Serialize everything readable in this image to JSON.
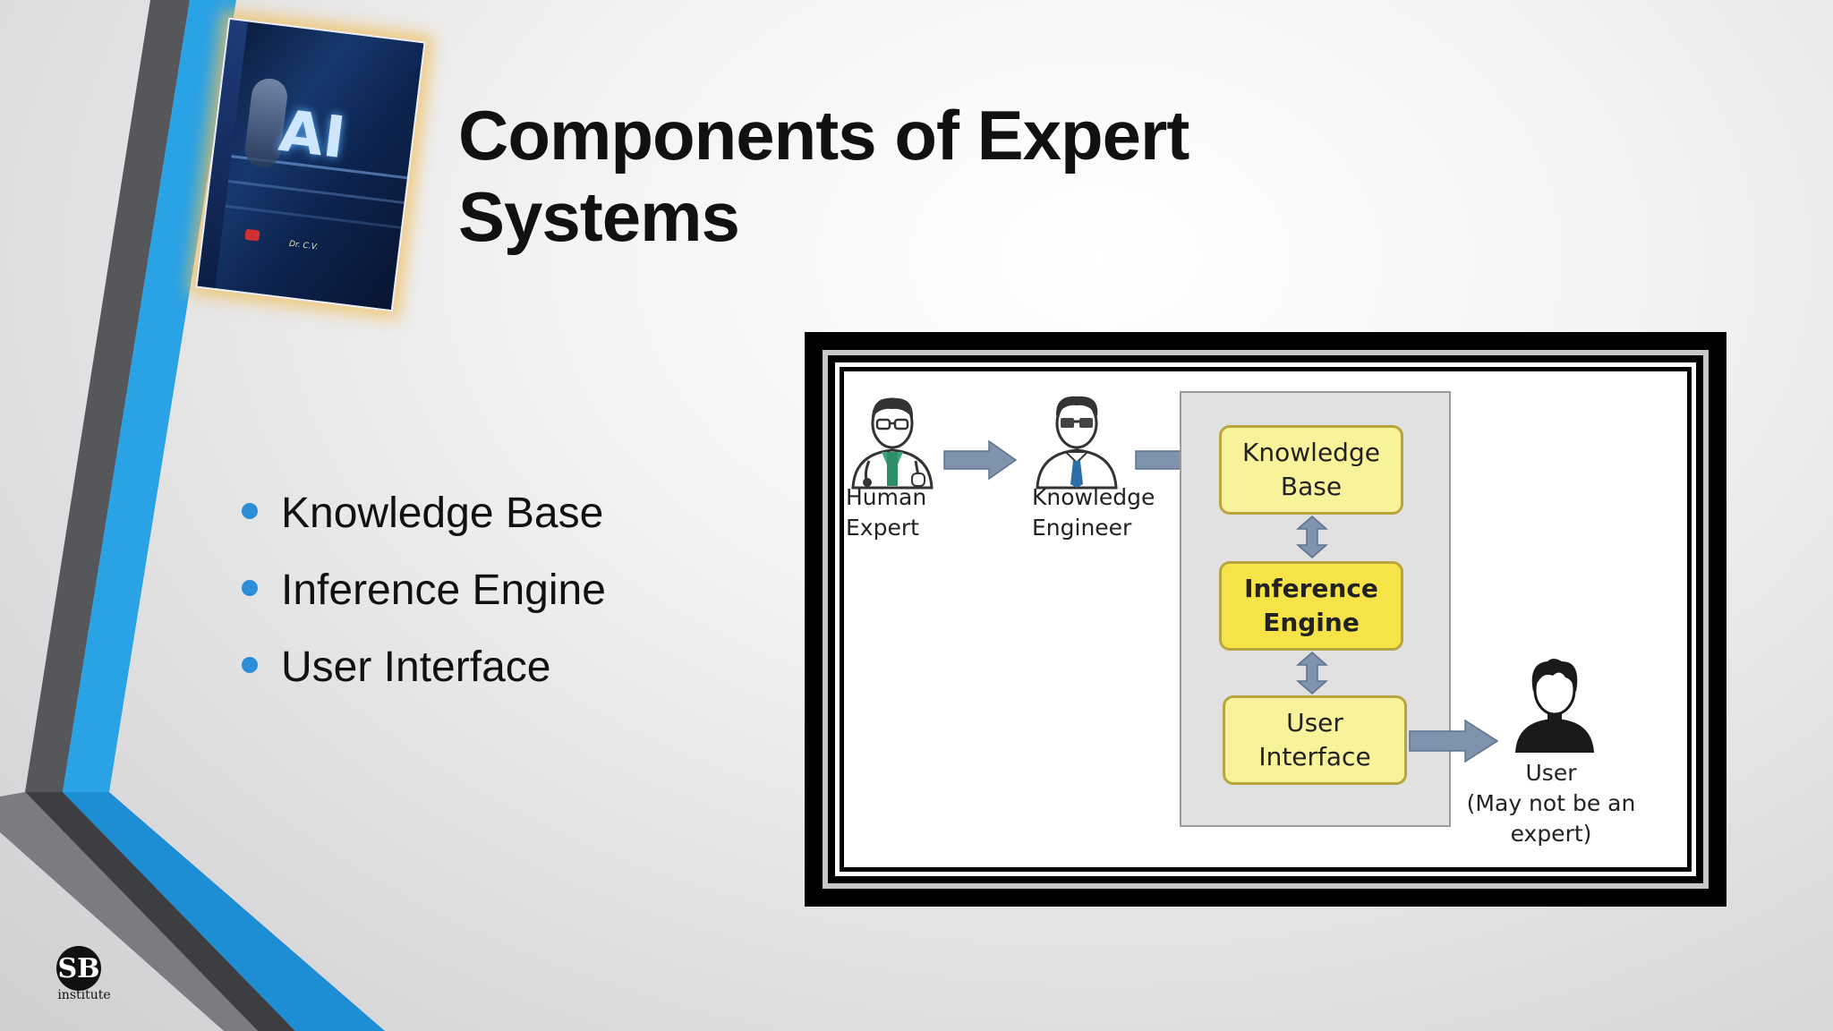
{
  "slide": {
    "title": "Components of Expert Systems",
    "bullets": [
      "Knowledge Base",
      "Inference Engine",
      "User Interface"
    ]
  },
  "book_cover": {
    "title_text": "AI"
  },
  "brand": {
    "logo_text": "institute"
  },
  "diagram": {
    "human_expert": {
      "line1": "Human",
      "line2": "Expert"
    },
    "knowledge_engineer": {
      "line1": "Knowledge",
      "line2": "Engineer"
    },
    "knowledge_base": {
      "line1": "Knowledge",
      "line2": "Base"
    },
    "inference_engine": {
      "line1": "Inference",
      "line2": "Engine"
    },
    "user_interface": {
      "line1": "User",
      "line2": "Interface"
    },
    "user": {
      "line1": "User",
      "line2": "(May not be an expert)"
    }
  },
  "colors": {
    "accent_blue": "#2b9ee6",
    "accent_gray": "#5a5c60",
    "box_yellow_light": "#f8f29a",
    "box_yellow_strong": "#f6e347",
    "arrow_blue_gray": "#7f93ad"
  }
}
